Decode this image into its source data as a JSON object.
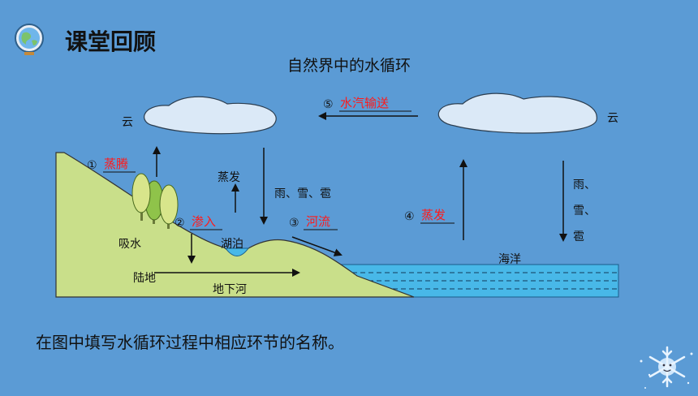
{
  "header": {
    "title": "课堂回顾",
    "subtitle": "自然界中的水循环"
  },
  "diagram": {
    "cloud_left_label": "云",
    "cloud_right_label": "云",
    "step1_num": "①",
    "step1_answer": "蒸腾",
    "step2_num": "②",
    "step2_answer": "渗入",
    "step3_num": "③",
    "step3_answer": "河流",
    "step4_num": "④",
    "step4_answer": "蒸发",
    "step5_num": "⑤",
    "step5_answer": "水汽输送",
    "evap_label": "蒸发",
    "precip_left": "雨、雪、雹",
    "precip_right_1": "雨、",
    "precip_right_2": "雪、",
    "precip_right_3": "雹",
    "absorb_label": "吸水",
    "lake_label": "湖泊",
    "land_label": "陆地",
    "underground_label": "地下河",
    "ocean_label": "海洋"
  },
  "instruction": "在图中填写水循环过程中相应环节的名称。",
  "colors": {
    "background": "#5b9bd5",
    "land": "#c9df8a",
    "ocean": "#48b8e8",
    "cloud": "#dbe9f7",
    "answer_red": "#ff1a1a"
  }
}
